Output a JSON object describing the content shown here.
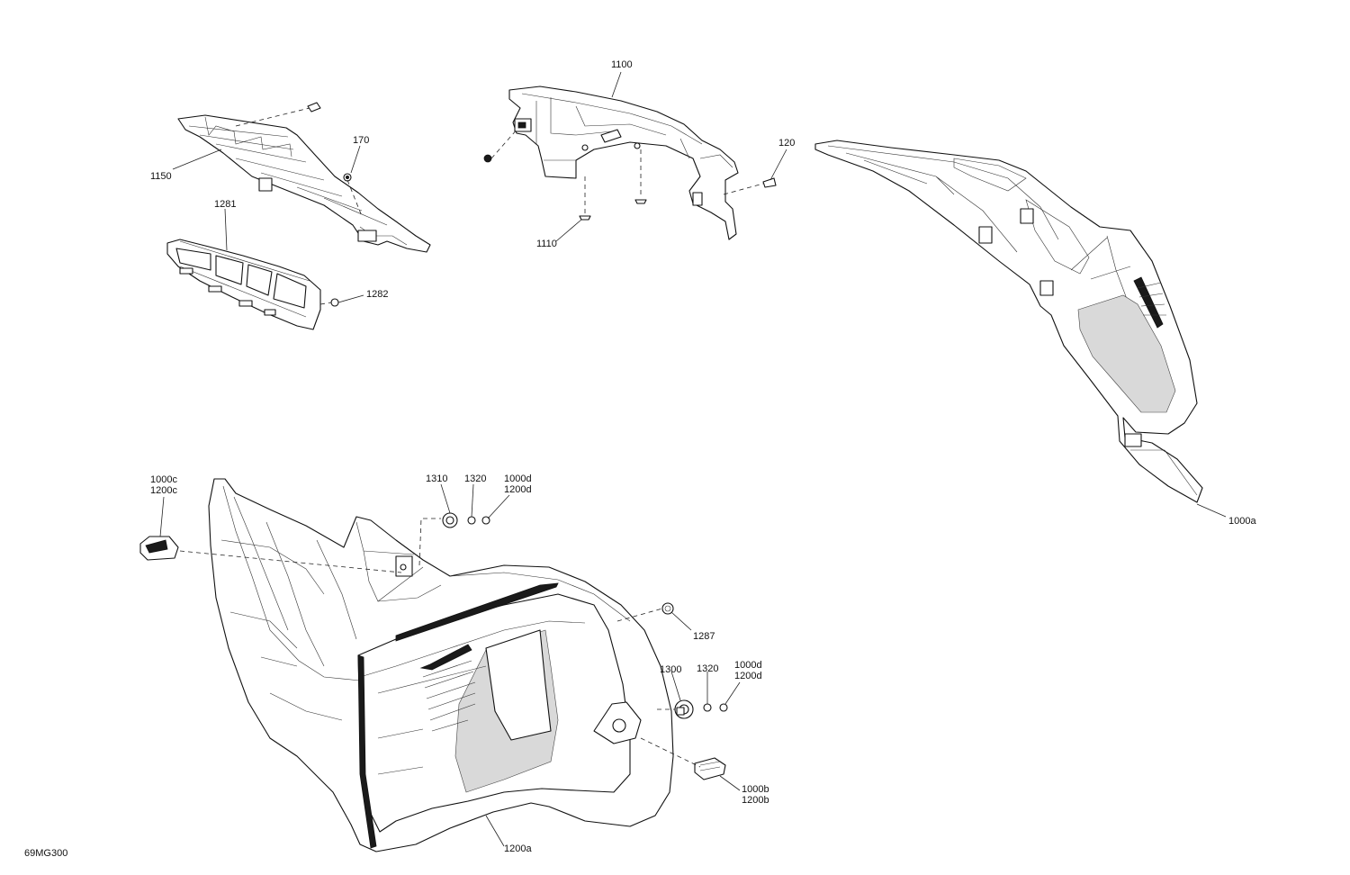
{
  "drawing_id": "69MG300",
  "callouts": [
    {
      "id": "c1100",
      "lines": [
        "1100"
      ]
    },
    {
      "id": "c170",
      "lines": [
        "170"
      ]
    },
    {
      "id": "c120",
      "lines": [
        "120"
      ]
    },
    {
      "id": "c1150",
      "lines": [
        "1150"
      ]
    },
    {
      "id": "c1281",
      "lines": [
        "1281"
      ]
    },
    {
      "id": "c1110",
      "lines": [
        "1110"
      ]
    },
    {
      "id": "c1282",
      "lines": [
        "1282"
      ]
    },
    {
      "id": "c1000a",
      "lines": [
        "1000a"
      ]
    },
    {
      "id": "c1000c",
      "lines": [
        "1000c",
        "1200c"
      ]
    },
    {
      "id": "c1310",
      "lines": [
        "1310"
      ]
    },
    {
      "id": "c1320a",
      "lines": [
        "1320"
      ]
    },
    {
      "id": "c1000d_a",
      "lines": [
        "1000d",
        "1200d"
      ]
    },
    {
      "id": "c1287",
      "lines": [
        "1287"
      ]
    },
    {
      "id": "c1300",
      "lines": [
        "1300"
      ]
    },
    {
      "id": "c1320b",
      "lines": [
        "1320"
      ]
    },
    {
      "id": "c1000d_b",
      "lines": [
        "1000d",
        "1200d"
      ]
    },
    {
      "id": "c1000b",
      "lines": [
        "1000b",
        "1200b"
      ]
    },
    {
      "id": "c1200a",
      "lines": [
        "1200a"
      ]
    }
  ]
}
